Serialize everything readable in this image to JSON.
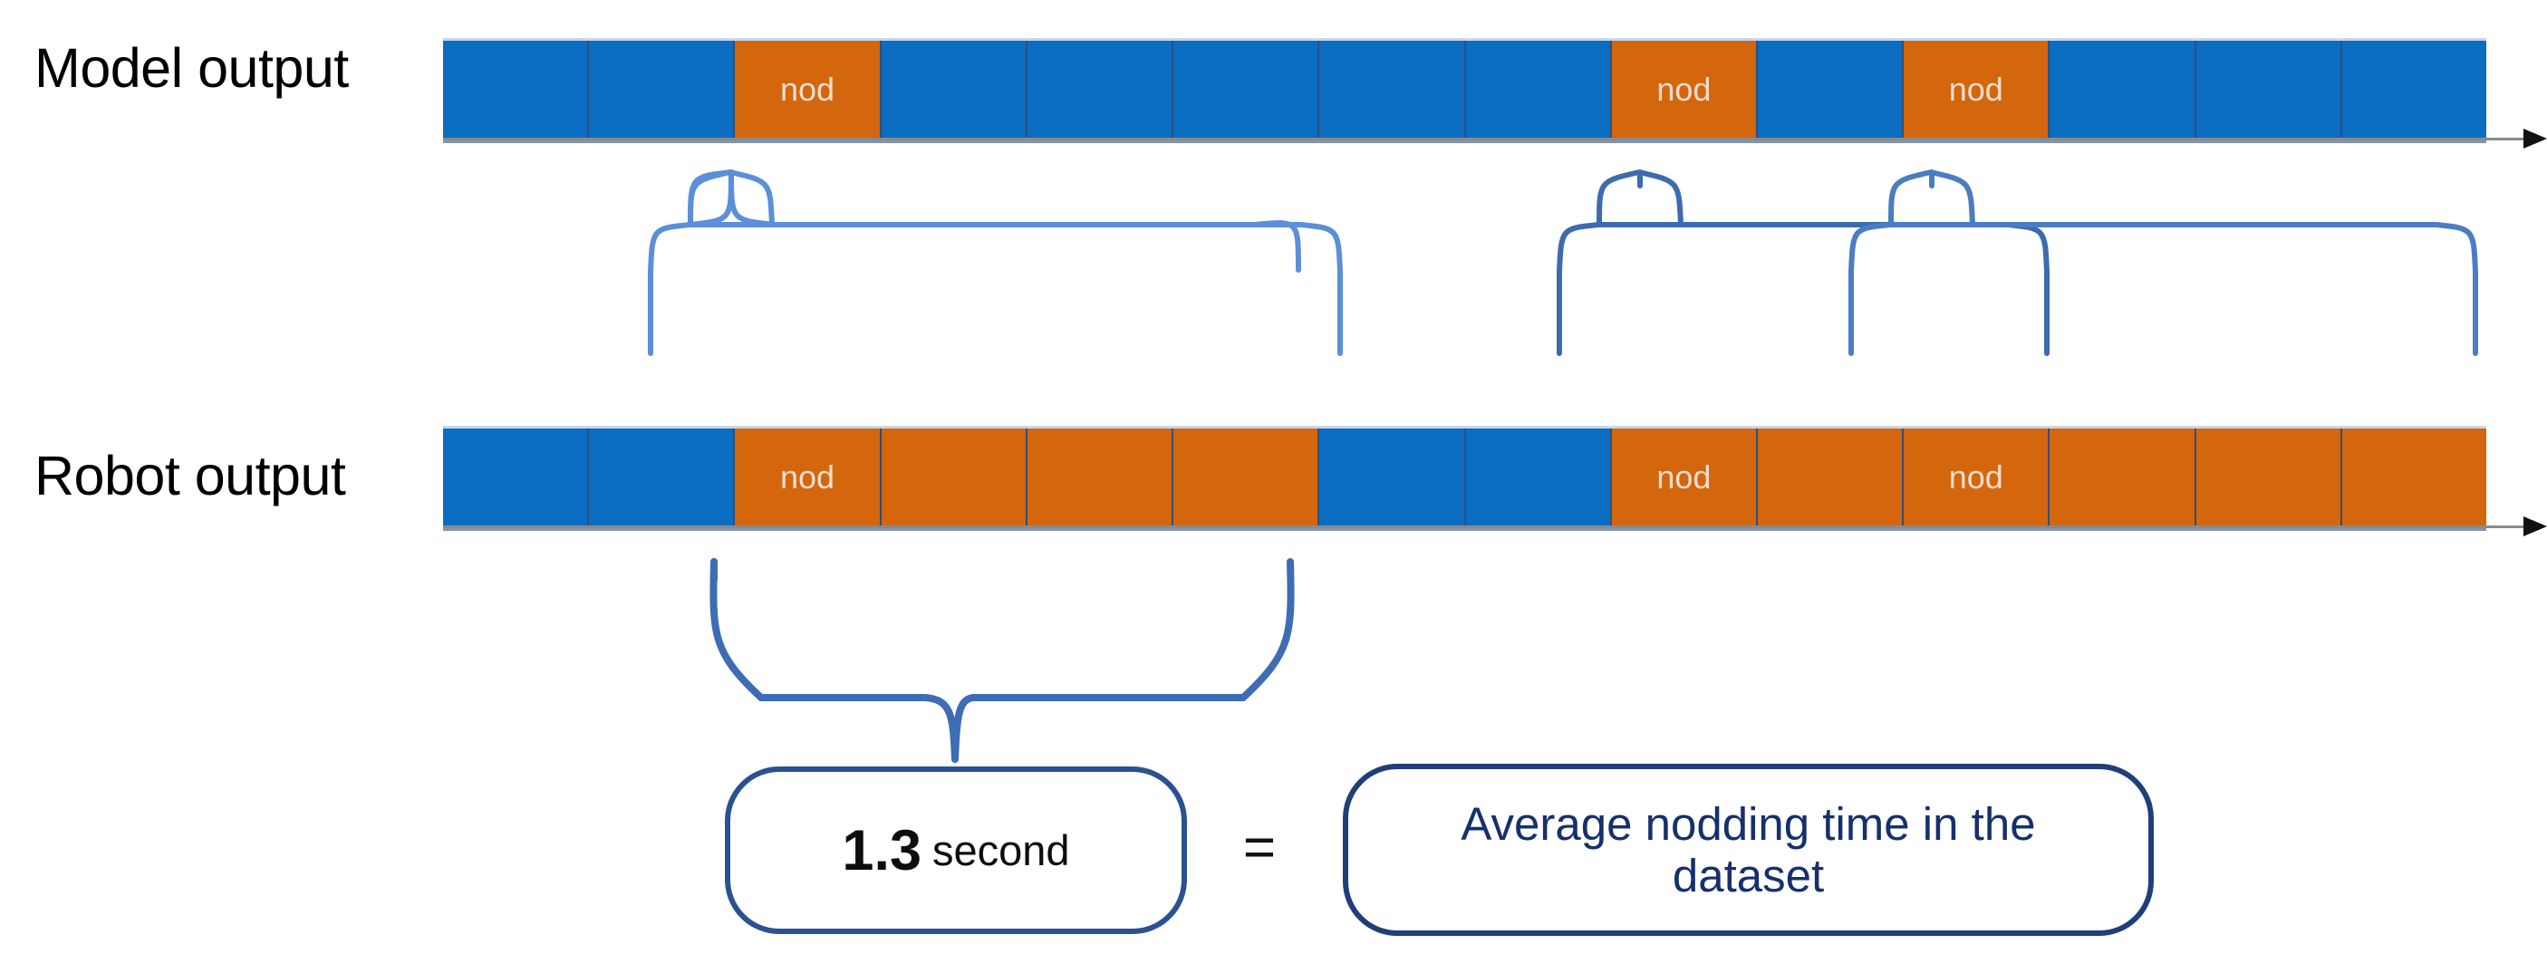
{
  "rows": [
    {
      "id": "model",
      "label": "Model output",
      "cells": [
        {
          "state": "blue",
          "label": ""
        },
        {
          "state": "blue",
          "label": ""
        },
        {
          "state": "orange",
          "label": "nod"
        },
        {
          "state": "blue",
          "label": ""
        },
        {
          "state": "blue",
          "label": ""
        },
        {
          "state": "blue",
          "label": ""
        },
        {
          "state": "blue",
          "label": ""
        },
        {
          "state": "blue",
          "label": ""
        },
        {
          "state": "orange",
          "label": "nod"
        },
        {
          "state": "blue",
          "label": ""
        },
        {
          "state": "orange",
          "label": "nod"
        },
        {
          "state": "blue",
          "label": ""
        },
        {
          "state": "blue",
          "label": ""
        },
        {
          "state": "blue",
          "label": ""
        }
      ]
    },
    {
      "id": "robot",
      "label": "Robot output",
      "cells": [
        {
          "state": "blue",
          "label": ""
        },
        {
          "state": "blue",
          "label": ""
        },
        {
          "state": "orange",
          "label": "nod"
        },
        {
          "state": "orange",
          "label": ""
        },
        {
          "state": "orange",
          "label": ""
        },
        {
          "state": "orange",
          "label": ""
        },
        {
          "state": "blue",
          "label": ""
        },
        {
          "state": "blue",
          "label": ""
        },
        {
          "state": "orange",
          "label": "nod"
        },
        {
          "state": "orange",
          "label": ""
        },
        {
          "state": "orange",
          "label": "nod"
        },
        {
          "state": "orange",
          "label": ""
        },
        {
          "state": "orange",
          "label": ""
        },
        {
          "state": "orange",
          "label": ""
        }
      ]
    }
  ],
  "callouts": {
    "duration_value": "1.3",
    "duration_unit": "second",
    "equals": "=",
    "average_text": "Average nodding time in the dataset"
  },
  "colors": {
    "blue": "#0a6dc2",
    "orange": "#d4660d",
    "brace_light": "#5b8fd8",
    "brace_dark": "#3c6bb0",
    "box_border": "#2a5192",
    "average_text": "#16306b"
  },
  "icons": {
    "timeline_arrow": "arrow-right-icon"
  }
}
